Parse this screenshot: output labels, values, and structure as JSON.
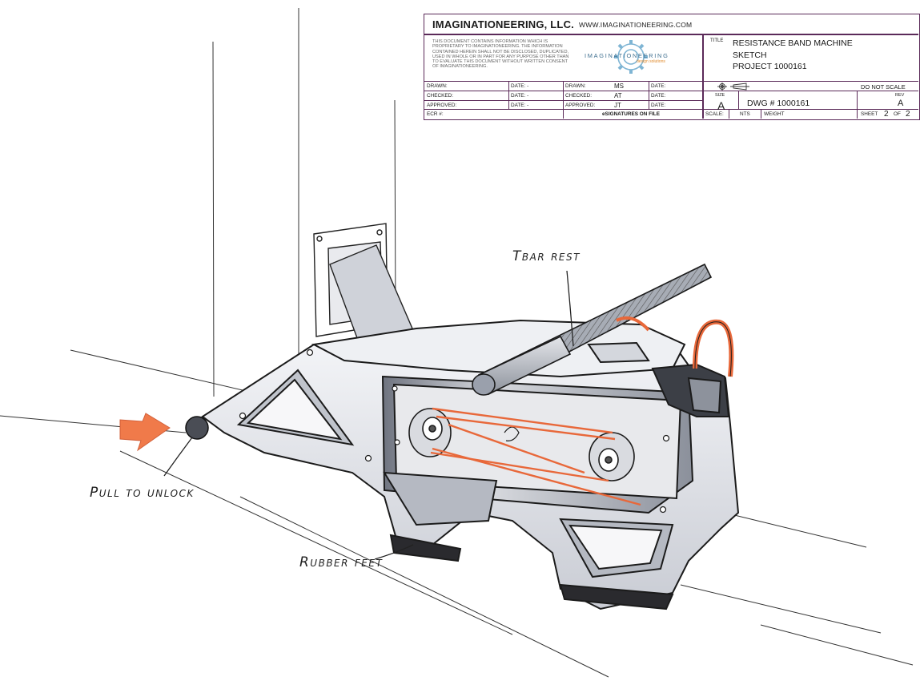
{
  "title_block": {
    "company": "IMAGINATIONEERING, LLC.",
    "website": "WWW.IMAGINATIONEERING.COM",
    "notice": "THIS DOCUMENT CONTAINS INFORMATION WHICH IS PROPRIETARY TO IMAGINATIONEERING. THE INFORMATION CONTAINED HEREIN SHALL NOT BE DISCLOSED, DUPLICATED, USED IN WHOLE OR IN PART FOR ANY PURPOSE OTHER THAN TO EVALUATE THIS DOCUMENT WITHOUT WRITTEN CONSENT OF IMAGINATIONEERING.",
    "logo_text": "IMAGINATIONEERING",
    "logo_sub": "design solutions",
    "title_label": "TITLE",
    "title_lines": [
      "RESISTANCE BAND MACHINE",
      "SKETCH",
      "PROJECT 1000161"
    ],
    "left_rows": [
      {
        "label": "DRAWN:",
        "date": "DATE: -"
      },
      {
        "label": "CHECKED:",
        "date": "DATE: -"
      },
      {
        "label": "APPROVED:",
        "date": "DATE: -"
      },
      {
        "label": "ECR #:",
        "date": ""
      }
    ],
    "right_rows": [
      {
        "label": "DRAWN:",
        "initials": "MS",
        "date": "DATE:"
      },
      {
        "label": "CHECKED:",
        "initials": "AT",
        "date": "DATE:"
      },
      {
        "label": "APPROVED:",
        "initials": "JT",
        "date": "DATE:"
      }
    ],
    "esignatures": "eSIGNATURES ON FILE",
    "do_not_scale": "DO NOT SCALE",
    "size_label": "SIZE",
    "size": "A",
    "dwg": "DWG # 1000161",
    "rev_label": "REV",
    "rev": "A",
    "scale_label": "SCALE:",
    "scale": "NTS",
    "weight_label": "WEIGHT",
    "sheet_label": "SHEET",
    "sheet": "2",
    "of_label": "OF",
    "of": "2"
  },
  "callouts": {
    "tbar_rest": "Tbar rest",
    "pull_to_unlock": "Pull to unlock",
    "rubber_feet": "Rubber feet"
  },
  "colors": {
    "accent_orange": "#f07a4a",
    "band_orange": "#e8683a",
    "title_block_border": "#5b2a59",
    "marker_gray": "#9aa0ac"
  }
}
